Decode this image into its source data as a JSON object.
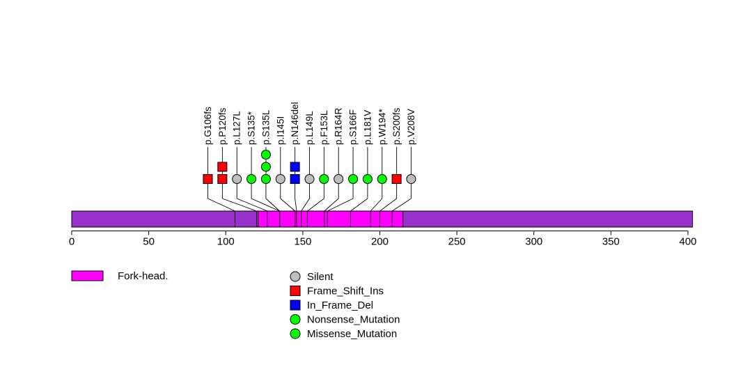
{
  "figure": {
    "background": "#FFFFFF"
  },
  "chart_data": {
    "type": "lollipop",
    "protein_length": 403,
    "axis": {
      "min": 0,
      "max": 400,
      "ticks": [
        0,
        50,
        100,
        150,
        200,
        250,
        300,
        350,
        400
      ]
    },
    "backbone_color": "#9932CC",
    "domains": [
      {
        "name": "Fork-head.",
        "start": 121,
        "end": 215,
        "color": "#FF00FF"
      }
    ],
    "type_styles": {
      "Silent": {
        "shape": "circle",
        "color": "#BEBEBE"
      },
      "Frame_Shift_Ins": {
        "shape": "square",
        "color": "#FF0000"
      },
      "In_Frame_Del": {
        "shape": "square",
        "color": "#0000FF"
      },
      "Nonsense_Mutation": {
        "shape": "circle",
        "color": "#00FF00"
      },
      "Missense_Mutation": {
        "shape": "circle",
        "color": "#00FF00"
      }
    },
    "mutations": [
      {
        "label": "p.G106fs",
        "position": 106,
        "type": "Frame_Shift_Ins",
        "count": 1
      },
      {
        "label": "p.P120fs",
        "position": 120,
        "type": "Frame_Shift_Ins",
        "count": 2
      },
      {
        "label": "p.L127L",
        "position": 127,
        "type": "Silent",
        "count": 1
      },
      {
        "label": "p.S135*",
        "position": 135,
        "type": "Nonsense_Mutation",
        "count": 1
      },
      {
        "label": "p.S135L",
        "position": 135,
        "type": "Missense_Mutation",
        "count": 3
      },
      {
        "label": "p.I145I",
        "position": 145,
        "type": "Silent",
        "count": 1
      },
      {
        "label": "p.N146del",
        "position": 146,
        "type": "In_Frame_Del",
        "count": 2
      },
      {
        "label": "p.L149L",
        "position": 149,
        "type": "Silent",
        "count": 1
      },
      {
        "label": "p.F153L",
        "position": 153,
        "type": "Missense_Mutation",
        "count": 1
      },
      {
        "label": "p.R164R",
        "position": 164,
        "type": "Silent",
        "count": 1
      },
      {
        "label": "p.S166F",
        "position": 166,
        "type": "Missense_Mutation",
        "count": 1
      },
      {
        "label": "p.L181V",
        "position": 181,
        "type": "Missense_Mutation",
        "count": 1
      },
      {
        "label": "p.W194*",
        "position": 194,
        "type": "Nonsense_Mutation",
        "count": 1
      },
      {
        "label": "p.S200fs",
        "position": 200,
        "type": "Frame_Shift_Ins",
        "count": 1
      },
      {
        "label": "p.V208V",
        "position": 208,
        "type": "Silent",
        "count": 1
      }
    ],
    "legend": {
      "domain_items": [
        {
          "label": "Fork-head.",
          "color": "#FF00FF"
        }
      ],
      "mutation_items": [
        {
          "label": "Silent",
          "type": "Silent"
        },
        {
          "label": "Frame_Shift_Ins",
          "type": "Frame_Shift_Ins"
        },
        {
          "label": "In_Frame_Del",
          "type": "In_Frame_Del"
        },
        {
          "label": "Nonsense_Mutation",
          "type": "Nonsense_Mutation"
        },
        {
          "label": "Missense_Mutation",
          "type": "Missense_Mutation"
        }
      ]
    }
  }
}
